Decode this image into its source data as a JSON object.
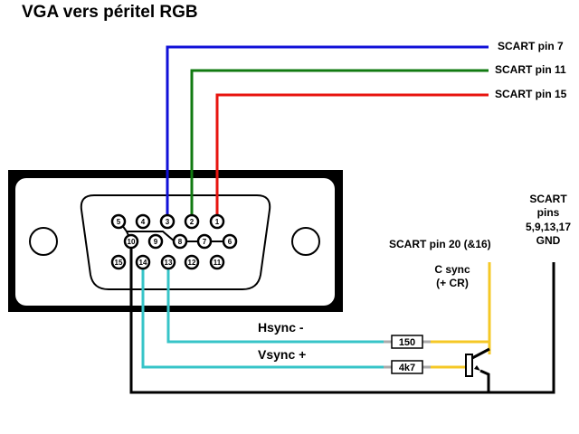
{
  "title": "VGA vers péritel RGB",
  "colors": {
    "red": "#e8140f",
    "green": "#117a11",
    "blue": "#1010d8",
    "sync": "#37c4c8",
    "csync": "#f5c826",
    "ground": "#000000"
  },
  "scart_labels": {
    "pin7": "SCART pin 7",
    "pin11": "SCART pin 11",
    "pin15": "SCART pin 15",
    "pin20": "SCART pin 20 (&16)",
    "gnd_line1": "SCART",
    "gnd_line2": "pins",
    "gnd_line3": "5,9,13,17",
    "gnd_line4": "GND"
  },
  "csync_label": {
    "line1": "C sync",
    "line2": "(+ CR)"
  },
  "signals": {
    "hsync": "Hsync -",
    "vsync": "Vsync +"
  },
  "resistors": {
    "hsync": "150",
    "vsync": "4k7"
  },
  "vga_pins": {
    "row1": [
      "5",
      "4",
      "3",
      "2",
      "1"
    ],
    "row2": [
      "10",
      "9",
      "8",
      "7",
      "6"
    ],
    "row3": [
      "15",
      "14",
      "13",
      "12",
      "11"
    ]
  }
}
